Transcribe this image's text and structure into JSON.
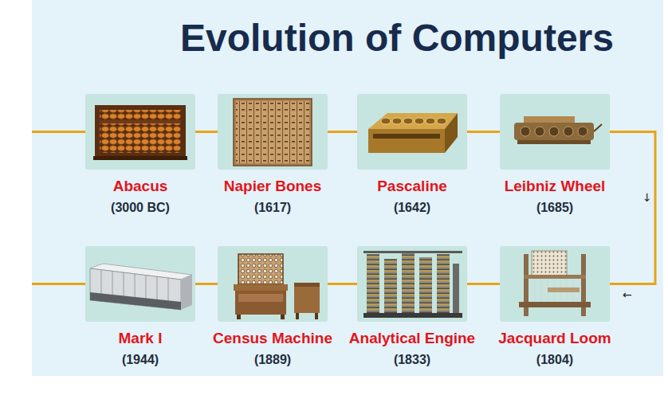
{
  "diagram": {
    "title": "Evolution of Computers",
    "nodes": [
      {
        "text": [
          "Abacus",
          "(3000 BC)"
        ]
      },
      {
        "text": [
          "Napier Bones",
          "(1617)"
        ]
      },
      {
        "text": [
          "Pascaline",
          "(1642)"
        ]
      },
      {
        "text": [
          "Leibniz Wheel",
          "(1685)"
        ]
      },
      {
        "text": [
          "Jacquard Loom",
          "(1804)"
        ]
      },
      {
        "text": [
          "Analytical Engine",
          "(1833)"
        ]
      },
      {
        "text": [
          "Census Machine",
          "(1889)"
        ]
      },
      {
        "text": [
          "Mark I",
          "(1944)"
        ]
      }
    ],
    "edges": [
      {
        "from": 0,
        "to": 1,
        "arrow": "none"
      },
      {
        "from": 1,
        "to": 2,
        "arrow": "none"
      },
      {
        "from": 2,
        "to": 3,
        "arrow": "none"
      },
      {
        "from": 3,
        "to": 4,
        "arrow": "none"
      },
      {
        "from": 4,
        "to": 5,
        "arrow": "none"
      },
      {
        "from": 5,
        "to": 6,
        "arrow": "none"
      },
      {
        "from": 6,
        "to": 7,
        "arrow": "none"
      }
    ],
    "labels": [
      "↓",
      "←"
    ]
  }
}
